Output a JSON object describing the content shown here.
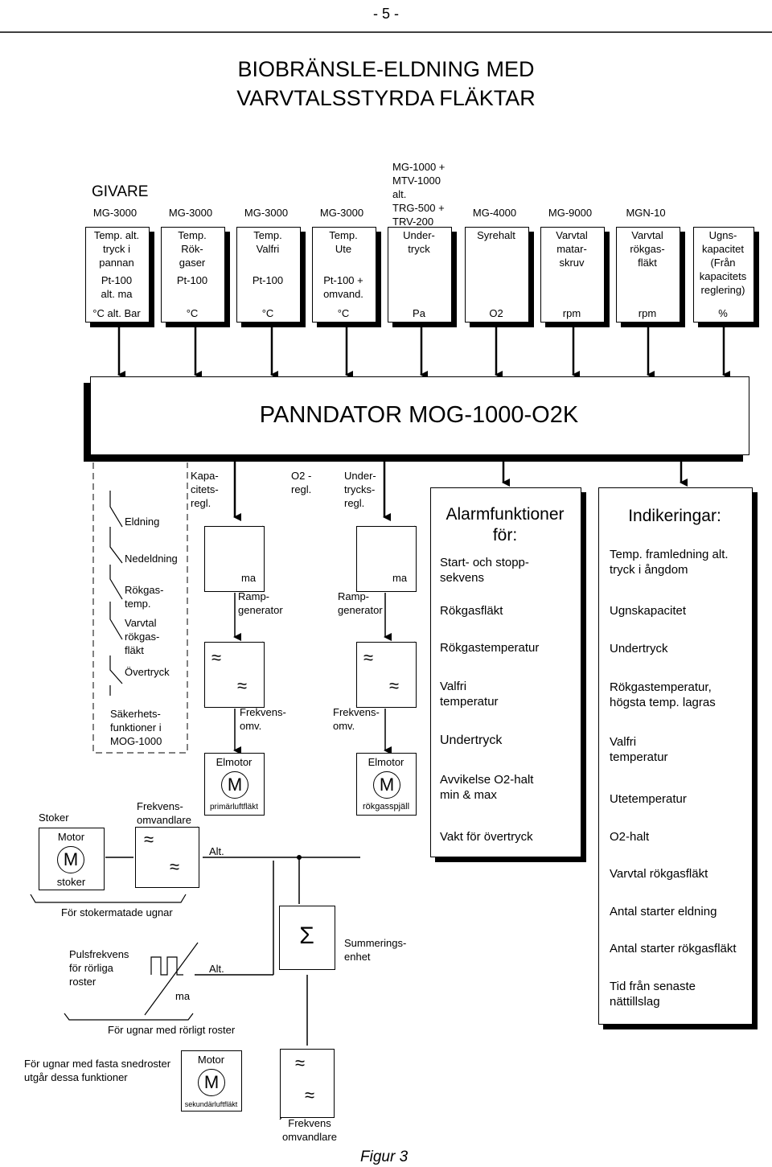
{
  "page_number": "- 5 -",
  "title": {
    "line1": "BIOBRÄNSLE-ELDNING MED",
    "line2": "VARVTALSSTYRDA FLÄKTAR"
  },
  "givare_label": "GIVARE",
  "sensors": [
    {
      "model": "MG-3000",
      "desc": "Temp. alt.\ntryck i\npannan",
      "sensor": "Pt-100\nalt. ma",
      "unit": "°C alt. Bar"
    },
    {
      "model": "MG-3000",
      "desc": "Temp.\nRök-\ngaser",
      "sensor": "Pt-100",
      "unit": "°C"
    },
    {
      "model": "MG-3000",
      "desc": "Temp.\nValfri",
      "sensor": "Pt-100",
      "unit": "°C"
    },
    {
      "model": "MG-3000",
      "desc": "Temp.\nUte",
      "sensor": "Pt-100 +\nomvand.",
      "unit": "°C"
    },
    {
      "model": "MG-1000 +\nMTV-1000\nalt.\nTRG-500 +\nTRV-200",
      "desc": "Under-\ntryck",
      "sensor": "",
      "unit": "Pa"
    },
    {
      "model": "MG-4000",
      "desc": "Syrehalt",
      "sensor": "",
      "unit": "O2"
    },
    {
      "model": "MG-9000",
      "desc": "Varvtal\nmatar-\nskruv",
      "sensor": "",
      "unit": "rpm"
    },
    {
      "model": "MGN-10",
      "desc": "Varvtal\nrökgas-\nfläkt",
      "sensor": "",
      "unit": "rpm"
    },
    {
      "model": "",
      "desc": "Ugns-\nkapacitet\n(Från\nkapacitets\nreglering)",
      "sensor": "",
      "unit": "%"
    }
  ],
  "panndator": "PANNDATOR MOG-1000-O2K",
  "safety": {
    "items": [
      "Eldning",
      "Nedeldning",
      "Rökgas-\ntemp.",
      "Varvtal\nrökgas-\nfläkt",
      "Övertryck"
    ],
    "label": "Säkerhets-\nfunktioner i\nMOG-1000"
  },
  "regs": {
    "kapacitet": "Kapa-\ncitets-\nregl.",
    "o2": "O2 -\nregl.",
    "undertryck": "Under-\ntrycks-\nregl.",
    "ma1": "ma",
    "ma2": "ma",
    "ramp1": "Ramp-\ngenerator",
    "ramp2": "Ramp-\ngenerator",
    "frek1": "Frekvens-\nomv.",
    "frek2": "Frekvens-\nomv.",
    "elmotor1": "Elmotor",
    "elmotor2": "Elmotor",
    "motor_symbol": "M",
    "primar": "primärluftfläkt",
    "rokgasspjall": "rökgasspjäll"
  },
  "alarm": {
    "title": "Alarmfunktioner\nför:",
    "items": [
      "Start- och stopp-\nsekvens",
      "Rökgasfläkt",
      "Rökgastemperatur",
      "Valfri\ntemperatur",
      "Undertryck",
      "Avvikelse O2-halt\nmin & max",
      "Vakt för övertryck"
    ]
  },
  "indik": {
    "title": "Indikeringar:",
    "items": [
      "Temp. framledning alt.\ntryck i ångdom",
      "Ugnskapacitet",
      "Undertryck",
      "Rökgastemperatur,\nhögsta temp. lagras",
      "Valfri\ntemperatur",
      "Utetemperatur",
      "O2-halt",
      "Varvtal rökgasfläkt",
      "Antal starter eldning",
      "Antal starter rökgasfläkt",
      "Tid från senaste\nnättillslag"
    ]
  },
  "stoker": {
    "label": "Stoker",
    "motor": "Motor",
    "m": "M",
    "sub": "stoker",
    "frek": "Frekvens-\nomvandlare",
    "alt": "Alt.",
    "note": "För stokermatade ugnar"
  },
  "puls": {
    "label": "Pulsfrekvens\nför rörliga\nroster",
    "alt": "Alt.",
    "ma": "ma",
    "note": "För ugnar med rörligt roster"
  },
  "summ": {
    "symbol": "Σ",
    "label": "Summerings-\nenhet"
  },
  "fixed": {
    "note": "För ugnar med fasta snedroster\nutgår dessa funktioner",
    "motor": "Motor",
    "m": "M",
    "sub": "sekundärluftfläkt",
    "frek": "Frekvens\nomvandlare"
  },
  "caption": "Figur 3"
}
